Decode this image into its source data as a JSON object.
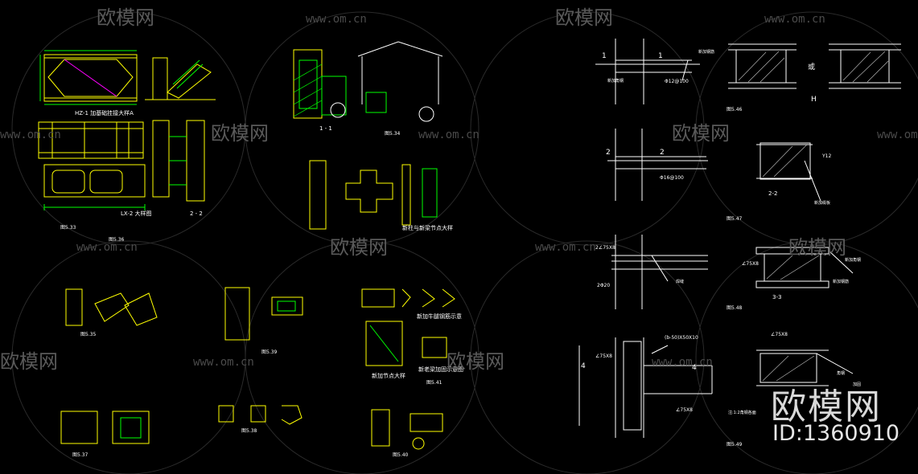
{
  "watermark": {
    "brand": "欧模网",
    "url": "www.om.cn"
  },
  "stamp": {
    "brand": "欧模网",
    "id": "ID:1360910"
  },
  "left_sheet": {
    "titles": [
      "HZ-1 加基础挂接大样A",
      "LX-2 大样图",
      "2 - 2",
      "1 - 1",
      "新柱与新梁节点大样",
      "新加牛腿钢筋示意",
      "新加节点大样",
      "新老梁加固示意图"
    ],
    "fig_labels": [
      "图5.33",
      "图5.34",
      "图5.35",
      "图5.36",
      "图5.37",
      "图5.38",
      "图5.39",
      "图5.40",
      "图5.41"
    ]
  },
  "right_sheet": {
    "section_marks": [
      "1",
      "1",
      "2",
      "2",
      "2-2",
      "H",
      "或",
      "3-3",
      "4",
      "4"
    ],
    "fig_labels": [
      "图5.46",
      "图5.47",
      "图5.48",
      "图5.49"
    ],
    "dims": [
      "Φ12@100",
      "Φ16@100",
      "Y12",
      "2∠75X8",
      "∠75X8",
      "2Φ20",
      "(b-50)X50X10",
      "∠75X8",
      "∠75X8",
      "∠75X8"
    ],
    "notes": [
      "新加钢筋",
      "新加角钢",
      "新加缀板",
      "新加角钢",
      "新加钢筋",
      "焊缝",
      "角钢",
      "加固",
      "注:1:2角钢各面"
    ]
  }
}
